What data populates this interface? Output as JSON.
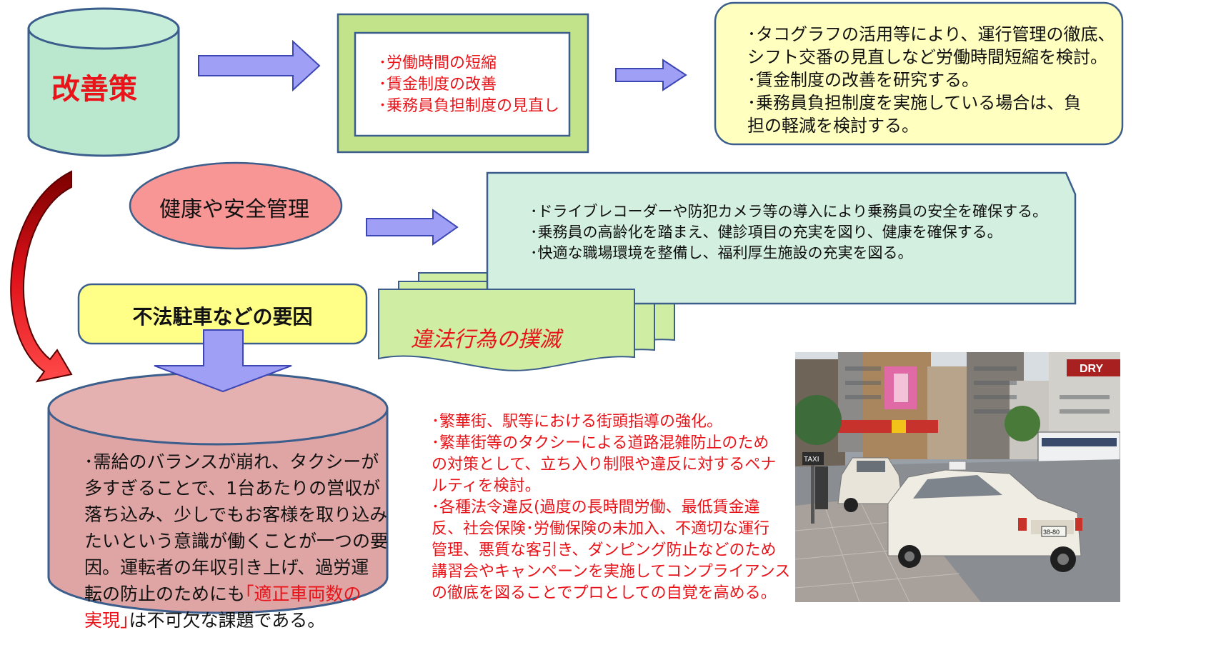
{
  "kaizen": {
    "title": "改善策"
  },
  "measures_box": {
    "items": [
      "･労働時間の短縮",
      "･賃金制度の改善",
      "･乗務員負担制度の見直し"
    ]
  },
  "measures_detail": {
    "lines": [
      "･タコグラフの活用等により、運行管理の徹底、",
      "シフト交番の見直しなど労働時間短縮を検討。",
      "･賃金制度の改善を研究する。",
      "･乗務員負担制度を実施している場合は、負",
      "担の軽減を検討する。"
    ]
  },
  "health": {
    "title": "健康や安全管理"
  },
  "health_detail": {
    "lines": [
      "･ドライブレコーダーや防犯カメラ等の導入により乗務員の安全を確保する。",
      "･乗務員の高齢化を踏まえ、健診項目の充実を図り、健康を確保する。",
      "･快適な職場環境を整備し、福利厚生施設の充実を図る。"
    ]
  },
  "illegal_parking": {
    "title": "不法駐車などの要因"
  },
  "eradication": {
    "title": "違法行為の撲滅"
  },
  "cause": {
    "lines_a": [
      "･需給のバランスが崩れ、タクシーが",
      "多すぎることで、1台あたりの営収が",
      "落ち込み、少しでもお客様を取り込み",
      "たいという意識が働くことが一つの要",
      "因。運転者の年収引き上げ、過労運"
    ],
    "line6_pre": "転の防止のためにも",
    "line6_red": "｢適正車両数の",
    "line7_red": "実現｣",
    "line7_post": "は不可欠な課題である。"
  },
  "enforcement": {
    "lines": [
      "･繁華街、駅等における街頭指導の強化。",
      "･繁華街等のタクシーによる道路混雑防止のため",
      "の対策として、立ち入り制限や違反に対するペナ",
      "ルティを検討。",
      "･各種法令違反(過度の長時間労働、最低賃金違",
      "反、社会保険･労働保険の未加入、不適切な運行",
      "管理、悪質な客引き、ダンピング防止などのため",
      "講習会やキャンペーンを実施してコンプライアンス",
      "の徹底を図ることでプロとしての自覚を高める。"
    ]
  },
  "photo": {
    "sign_text": "TAXI",
    "billboard_text": "DRY",
    "plate_text": "38-80"
  },
  "colors": {
    "red_text": "#e8141a",
    "cylinder_green": "#b9e8cf",
    "box_green": "#c3e38a",
    "note_yellow": "#ffffc0",
    "oval_red": "#f79694",
    "wave_green": "#cfeea4",
    "cylinder_pink": "#dfa4a4",
    "arrow_fill": "#9f9ff5",
    "arrow_stroke": "#3c46b4",
    "panel_stroke": "#3b5e8c"
  }
}
